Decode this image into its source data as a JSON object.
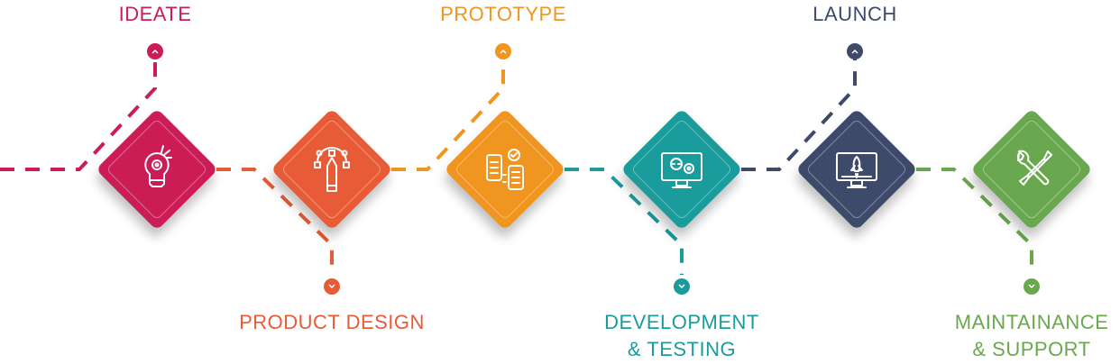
{
  "steps": [
    {
      "label": "IDEATE",
      "label2": "",
      "color": "#cc1c56",
      "position": "top",
      "icon": "lightbulb-gear-icon"
    },
    {
      "label": "PRODUCT DESIGN",
      "label2": "",
      "color": "#e85b37",
      "position": "bottom",
      "icon": "pen-tool-pencil-icon"
    },
    {
      "label": "PROTOTYPE",
      "label2": "",
      "color": "#f0951f",
      "position": "top",
      "icon": "checklist-icon"
    },
    {
      "label": "DEVELOPMENT",
      "label2": "& TESTING",
      "color": "#1a9c9d",
      "position": "bottom",
      "icon": "monitor-code-gear-icon"
    },
    {
      "label": "LAUNCH",
      "label2": "",
      "color": "#3e4a6a",
      "position": "top",
      "icon": "monitor-rocket-icon"
    },
    {
      "label": "MAINTAINANCE",
      "label2": "& SUPPORT",
      "color": "#6aa84f",
      "position": "bottom",
      "icon": "wrench-screwdriver-icon"
    }
  ]
}
